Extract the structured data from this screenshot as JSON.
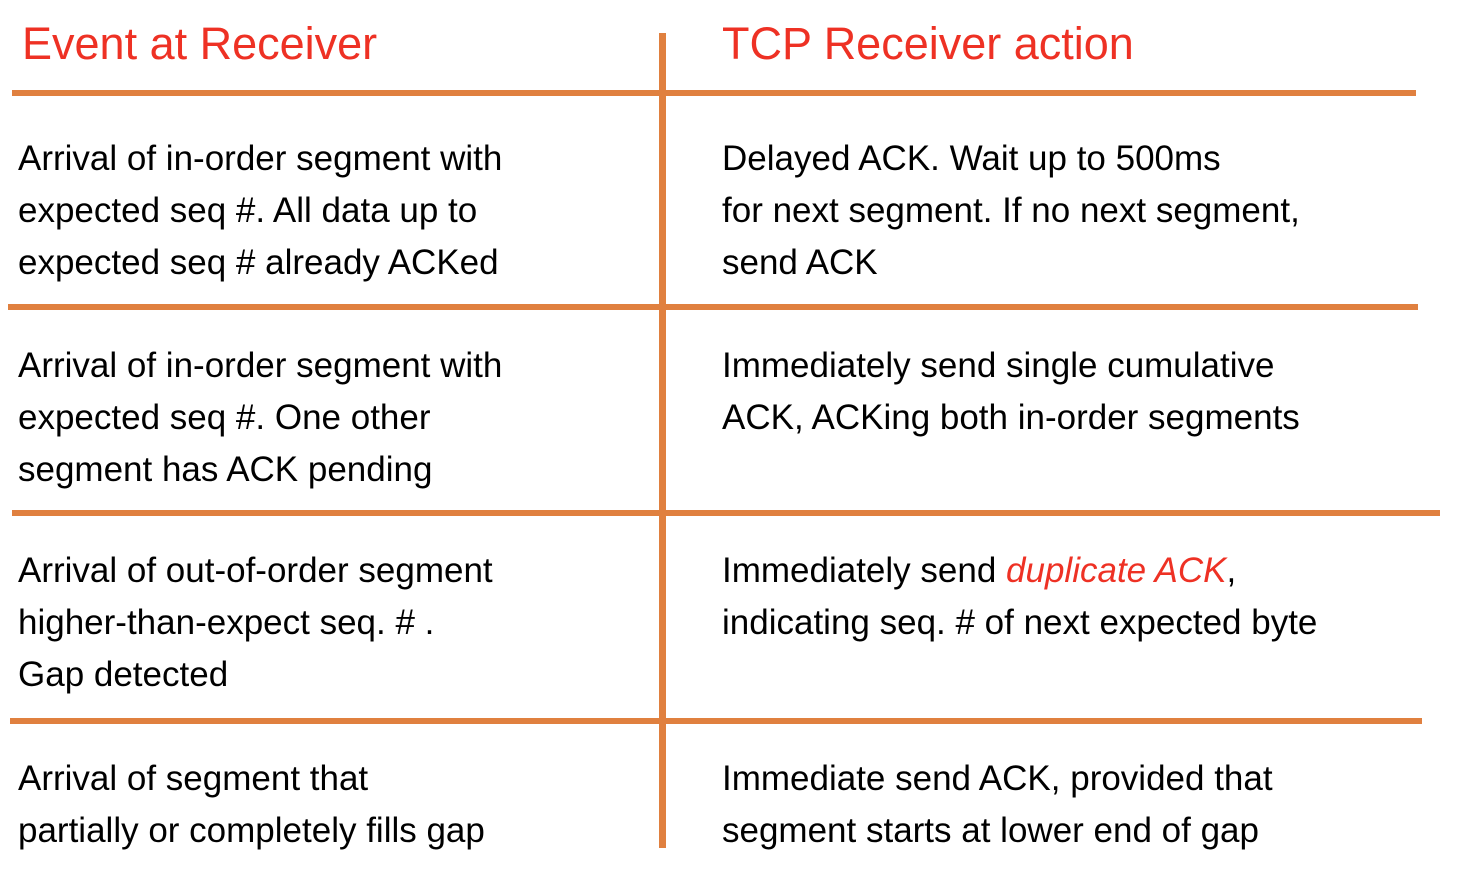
{
  "table": {
    "accent_color": "#E0803F",
    "header_color": "#EE3124",
    "text_color": "#000000",
    "columns": [
      {
        "id": "event",
        "label": "Event at Receiver"
      },
      {
        "id": "action",
        "label": "TCP Receiver action"
      }
    ],
    "rows": [
      {
        "event_lines": [
          "Arrival of in-order segment with",
          "expected seq #. All data up to",
          "expected seq # already ACKed"
        ],
        "action_lines": [
          "Delayed ACK. Wait up to 500ms",
          "for next segment. If no next segment,",
          "send ACK"
        ]
      },
      {
        "event_lines": [
          "Arrival of in-order segment with",
          "expected seq #. One other",
          "segment has ACK pending"
        ],
        "action_lines": [
          "Immediately send single cumulative",
          "ACK, ACKing both in-order segments"
        ]
      },
      {
        "event_lines": [
          "Arrival of out-of-order segment",
          "higher-than-expect seq. # .",
          "Gap detected"
        ],
        "action_lines_rich": [
          [
            {
              "text": "Immediately send ",
              "style": "normal"
            },
            {
              "text": "duplicate ACK",
              "style": "italic-red"
            },
            {
              "text": ",",
              "style": "normal"
            }
          ],
          [
            {
              "text": "indicating seq. # of next expected byte",
              "style": "normal"
            }
          ]
        ]
      },
      {
        "event_lines": [
          "Arrival of segment that",
          "partially or completely fills gap"
        ],
        "action_lines": [
          "Immediate send ACK, provided that",
          "segment starts at lower end of gap"
        ]
      }
    ]
  }
}
